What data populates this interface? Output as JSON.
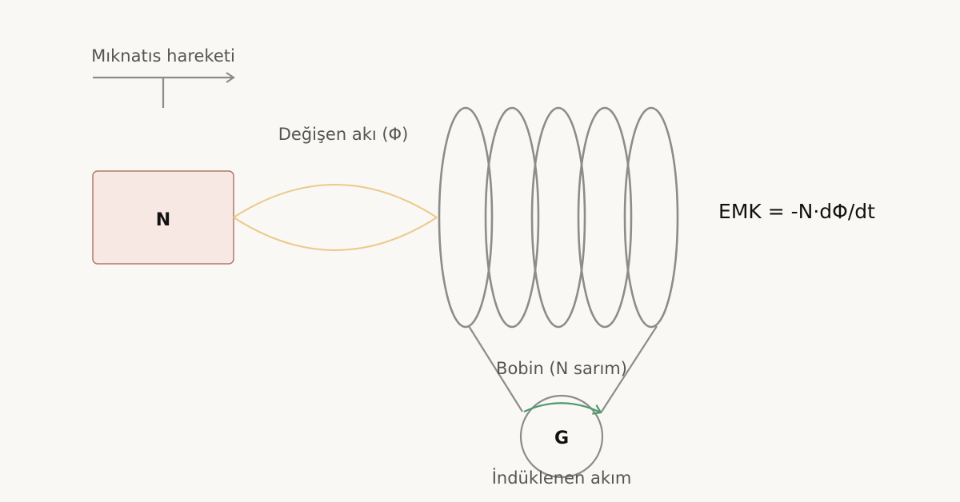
{
  "labels": {
    "motion": "Mıknatıs hareketi",
    "flux": "Değişen akı (Φ)",
    "magnet": "N",
    "formula": "EMK = -N·dΦ/dt",
    "coil": "Bobin (N sarım)",
    "galvanometer": "G",
    "current": "İndüklenen akım"
  },
  "colors": {
    "background": "#f9f8f5",
    "stroke": "#8c8c8a",
    "magnet_fill": "#f7e8e3",
    "magnet_border": "#b07a6a",
    "flux": "#ecc98a",
    "current_arrow": "#4e9a6e",
    "text": "#555555",
    "formula_text": "#111111"
  },
  "coil": {
    "turns": 5
  }
}
